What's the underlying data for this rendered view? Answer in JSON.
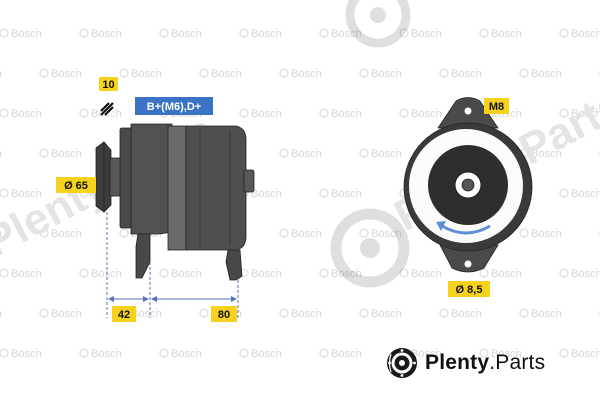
{
  "watermark": {
    "brand": "Bosch",
    "site": "Plenty.Parts"
  },
  "labels": {
    "quantity": "10",
    "terminals": "B+(M6),D+",
    "pulley_diameter": "Ø 65",
    "dim_left": "42",
    "dim_right": "80",
    "bolt": "M8",
    "hole_diameter": "Ø 8,5"
  },
  "logo": {
    "name": "Plenty",
    "suffix": ".Parts"
  },
  "colors": {
    "tag_yellow": "#f7d21c",
    "tag_blue": "#3b73c4",
    "dimension_line": "#5a6fb5",
    "body_gray": "#4a4a4a",
    "rotation_arrow": "#5b8fd6"
  }
}
